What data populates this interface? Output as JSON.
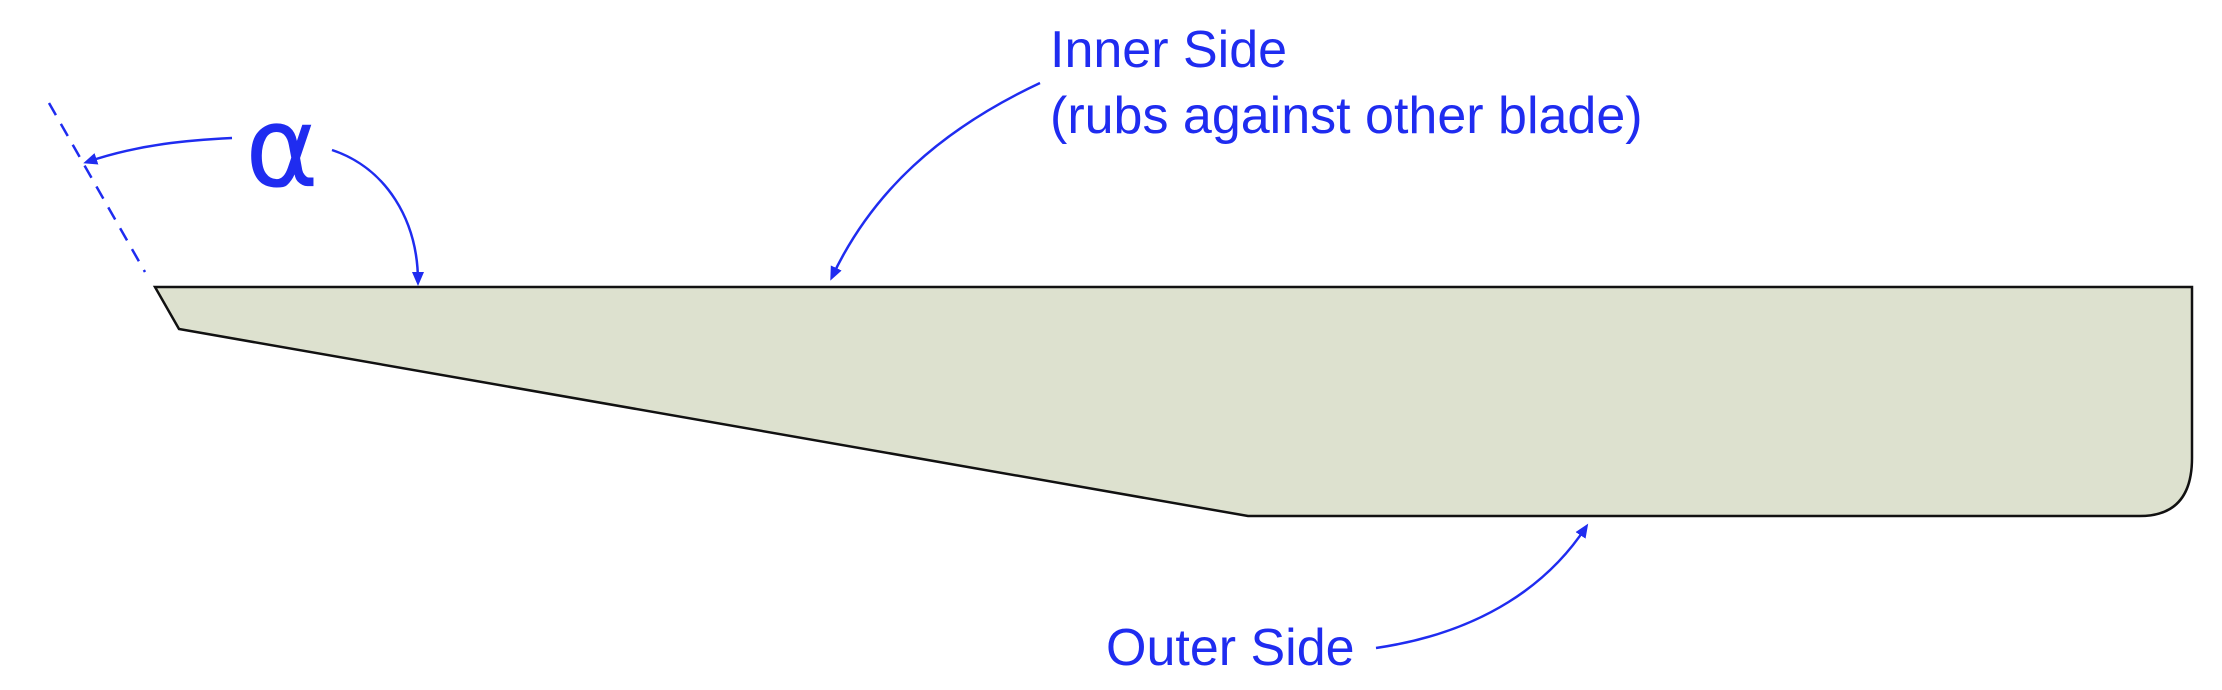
{
  "labels": {
    "angle_symbol": "α",
    "inner_side": "Inner Side",
    "inner_side_note": "(rubs against other blade)",
    "outer_side": "Outer Side"
  },
  "colors": {
    "annotation": "#1f2cf0",
    "blade_fill": "#dde1cf",
    "blade_outline": "#111111",
    "background": "#ffffff"
  }
}
